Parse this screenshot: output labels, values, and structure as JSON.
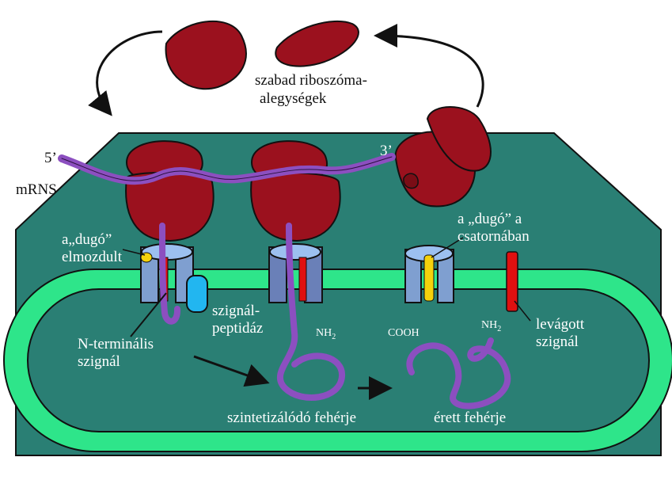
{
  "labels": {
    "free_ribosome_line1": "szabad riboszóma-",
    "free_ribosome_line2": "alegységek",
    "five_prime": "5’",
    "three_prime": "3’",
    "mrna": "mRNS",
    "plug_moved_line1": "a„dugó”",
    "plug_moved_line2": "elmozdult",
    "plug_in_channel_line1": "a „dugó” a",
    "plug_in_channel_line2": "csatornában",
    "signal_peptidase_line1": "szignál-",
    "signal_peptidase_line2": "peptidáz",
    "cleaved_signal_line1": "levágott",
    "cleaved_signal_line2": "szignál",
    "n_terminal_line1": "N-terminális",
    "n_terminal_line2": "szignál",
    "nh2_a": "NH",
    "nh2_a_sub": "2",
    "cooh": "COOH",
    "nh2_b": "NH",
    "nh2_b_sub": "2",
    "synthesizing_protein": "szintetizálódó fehérje",
    "mature_protein": "érett fehérje"
  },
  "colors": {
    "cytosol_teal": "#2a7f74",
    "er_membrane_green": "#2ee58a",
    "er_lumen_teal": "#2a7f74",
    "ribosome": "#9b111e",
    "mrna_purple": "#8c4fc0",
    "channel_blue": "#7f9fd0",
    "plug_yellow": "#f5d20b",
    "signal_red": "#e01010",
    "peptidase_cyan": "#22b6f0"
  }
}
